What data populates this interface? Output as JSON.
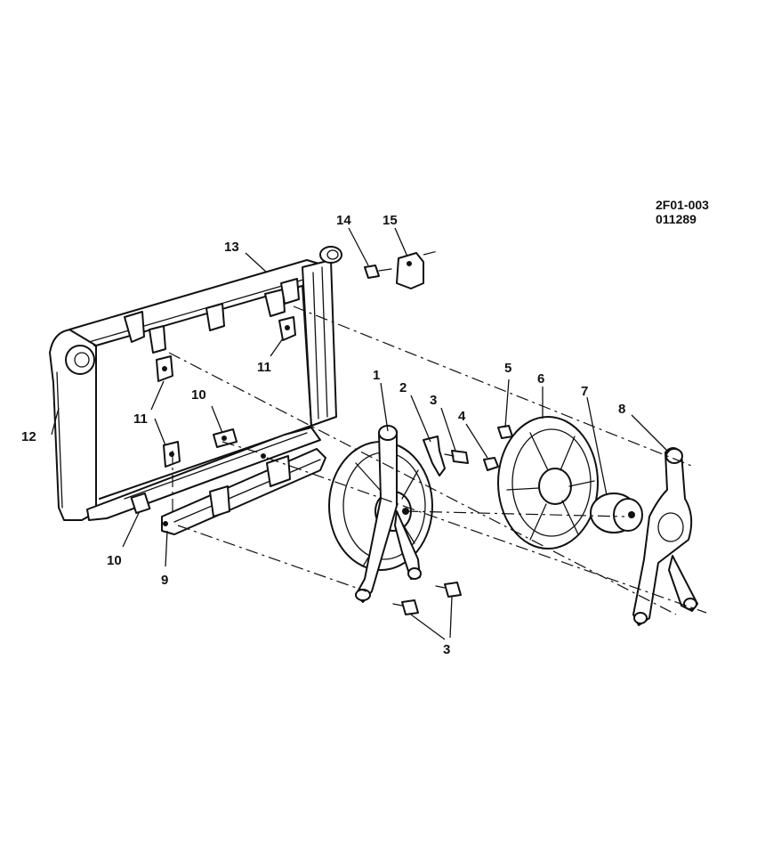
{
  "header": {
    "code": "2F01-003",
    "date": "011289"
  },
  "callouts": {
    "c1": "1",
    "c2": "2",
    "c3a": "3",
    "c3b": "3",
    "c4": "4",
    "c5": "5",
    "c6": "6",
    "c7": "7",
    "c8": "8",
    "c9": "9",
    "c10a": "10",
    "c10b": "10",
    "c11a": "11",
    "c11b": "11",
    "c12": "12",
    "c13": "13",
    "c14": "14",
    "c15": "15"
  }
}
